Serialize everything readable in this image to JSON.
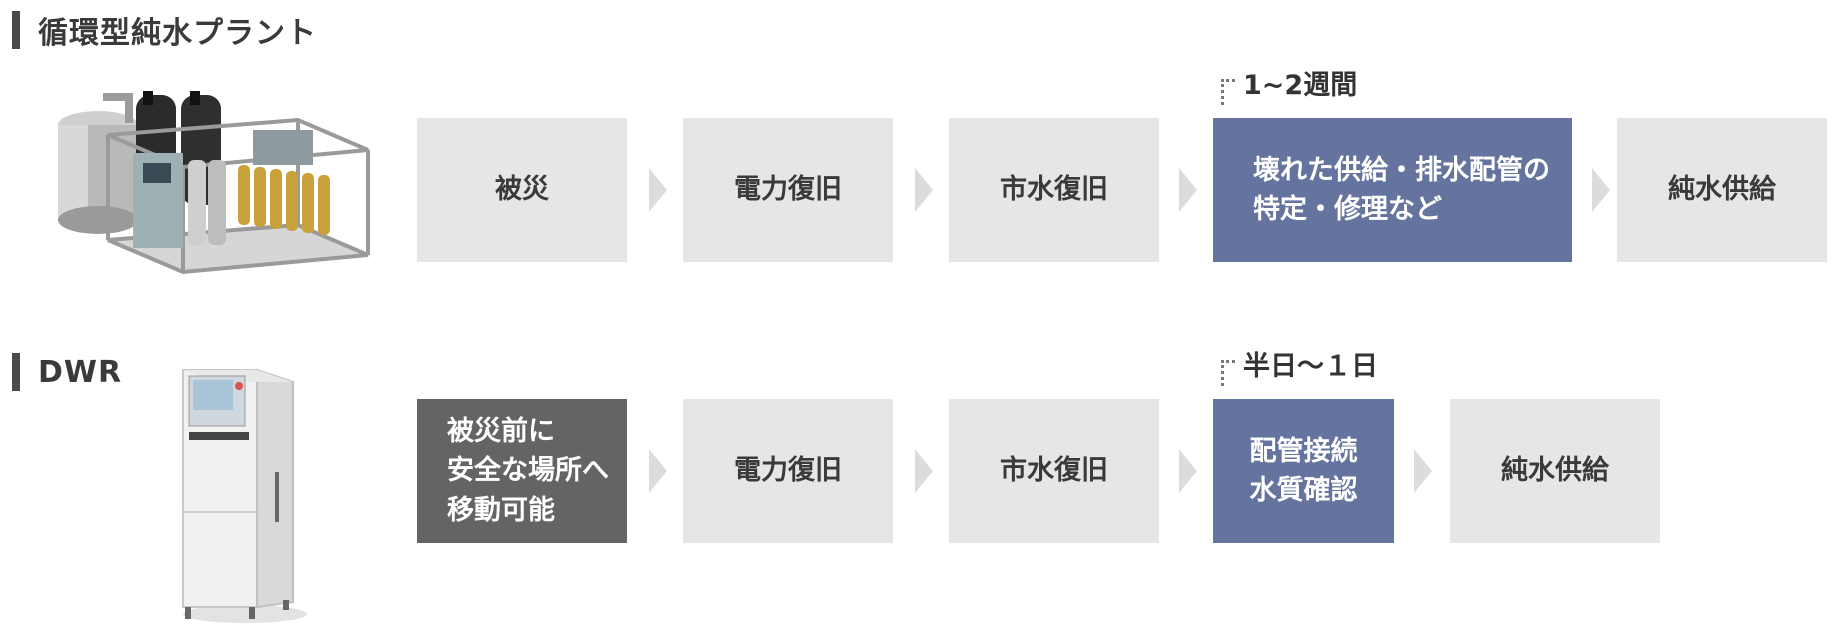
{
  "rows": [
    {
      "title": "循環型純水プラント",
      "duration": "1~2週間",
      "steps": [
        "被災",
        "電力復旧",
        "市水復旧",
        "壊れた供給・排水配管の\n特定・修理など",
        "純水供給"
      ]
    },
    {
      "title": "DWR",
      "duration": "半日〜１日",
      "steps": [
        "被災前に\n安全な場所へ\n移動可能",
        "電力復旧",
        "市水復旧",
        "配管接続\n水質確認",
        "純水供給"
      ]
    }
  ],
  "colors": {
    "step_gray": "#e6e6e6",
    "step_highlight": "#64749e",
    "step_dark": "#646464",
    "arrow": "#dcdcdc"
  },
  "icons": [
    "plant-illustration",
    "dwr-unit-illustration",
    "chevron-right-icon"
  ]
}
